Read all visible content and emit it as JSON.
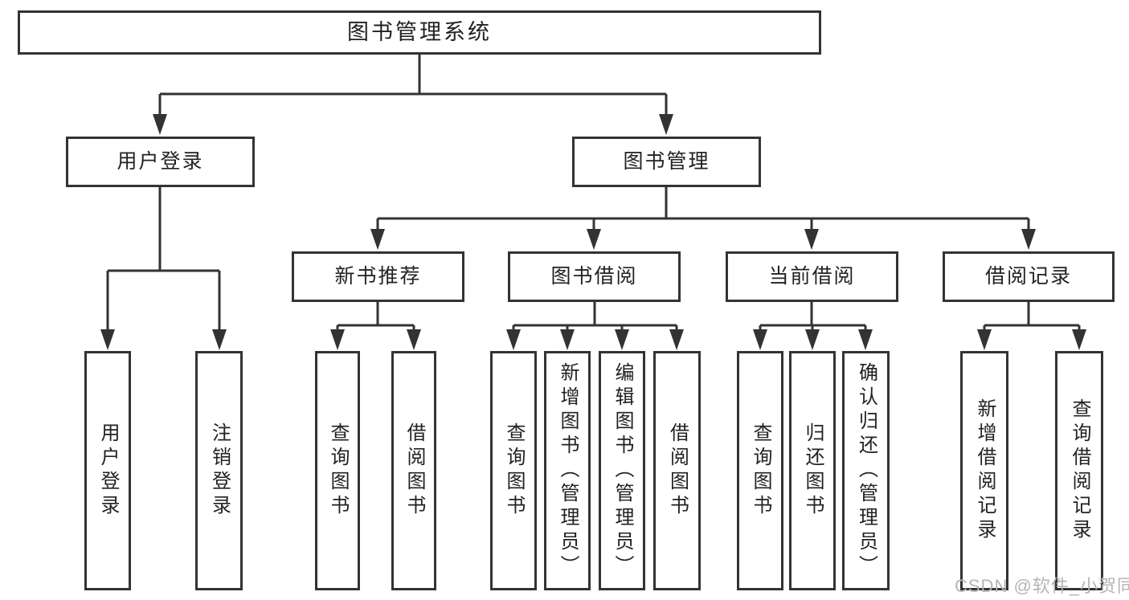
{
  "tree": {
    "label": "图书管理系统",
    "children": [
      {
        "label": "用户登录",
        "children": [
          {
            "label": "用户登录"
          },
          {
            "label": "注销登录"
          }
        ]
      },
      {
        "label": "图书管理",
        "children": [
          {
            "label": "新书推荐",
            "children": [
              {
                "label": "查询图书"
              },
              {
                "label": "借阅图书"
              }
            ]
          },
          {
            "label": "图书借阅",
            "children": [
              {
                "label": "查询图书"
              },
              {
                "label": "新增图书（管理员）"
              },
              {
                "label": "编辑图书（管理员）"
              },
              {
                "label": "借阅图书"
              }
            ]
          },
          {
            "label": "当前借阅",
            "children": [
              {
                "label": "查询图书"
              },
              {
                "label": "归还图书"
              },
              {
                "label": "确认归还（管理员）"
              }
            ]
          },
          {
            "label": "借阅记录",
            "children": [
              {
                "label": "新增借阅记录"
              },
              {
                "label": "查询借阅记录"
              }
            ]
          }
        ]
      }
    ]
  },
  "watermark": {
    "text": "CSDN @软件_小贺同学"
  },
  "colors": {
    "line": "#333333",
    "text": "#222222",
    "box_fill": "#ffffff",
    "background": "#ffffff",
    "watermark": "#b5b5b5"
  }
}
